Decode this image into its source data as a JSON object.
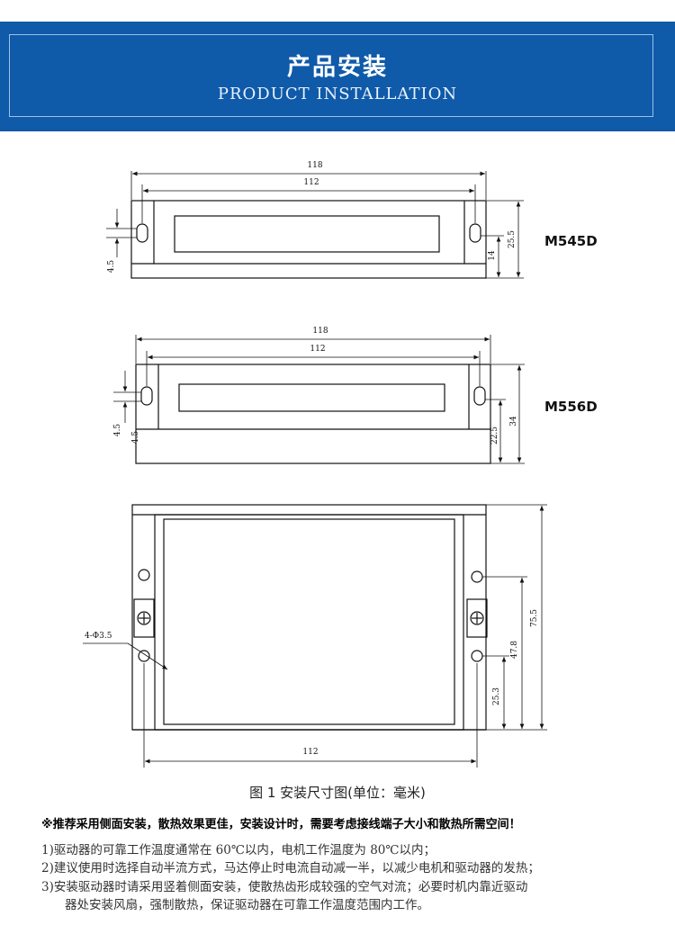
{
  "header": {
    "title": "产品安装",
    "subtitle": "PRODUCT INSTALLATION"
  },
  "drawing1": {
    "model": "M545D",
    "dims": {
      "overall_width": "118",
      "hole_spacing": "112",
      "hole_offset": "4.5",
      "height": "25.5",
      "hole_height": "14"
    }
  },
  "drawing2": {
    "model": "M556D",
    "dims": {
      "overall_width": "118",
      "hole_spacing": "112",
      "hole_offset": "4.5",
      "hole_offset_b": "4.5",
      "height": "34",
      "hole_height": "22.5"
    }
  },
  "drawing3": {
    "dims": {
      "hole_callout": "4-Φ3.5",
      "height": "75.5",
      "upper_hole": "47.8",
      "lower_hole": "25.3",
      "hole_spacing": "112"
    }
  },
  "caption": "图 1  安装尺寸图(单位：毫米)",
  "notice": "※推荐采用侧面安装，散热效果更佳，安装设计时，需要考虑接线端子大小和散热所需空间！",
  "notes": [
    "1)驱动器的可靠工作温度通常在 60℃以内，电机工作温度为 80℃以内；",
    "2)建议使用时选择自动半流方式，马达停止时电流自动减一半，以减少电机和驱动器的发热；",
    "3)安装驱动器时请采用竖着侧面安装，使散热齿形成较强的空气对流；必要时机内靠近驱动",
    "器处安装风扇，强制散热，保证驱动器在可靠工作温度范围内工作。"
  ]
}
